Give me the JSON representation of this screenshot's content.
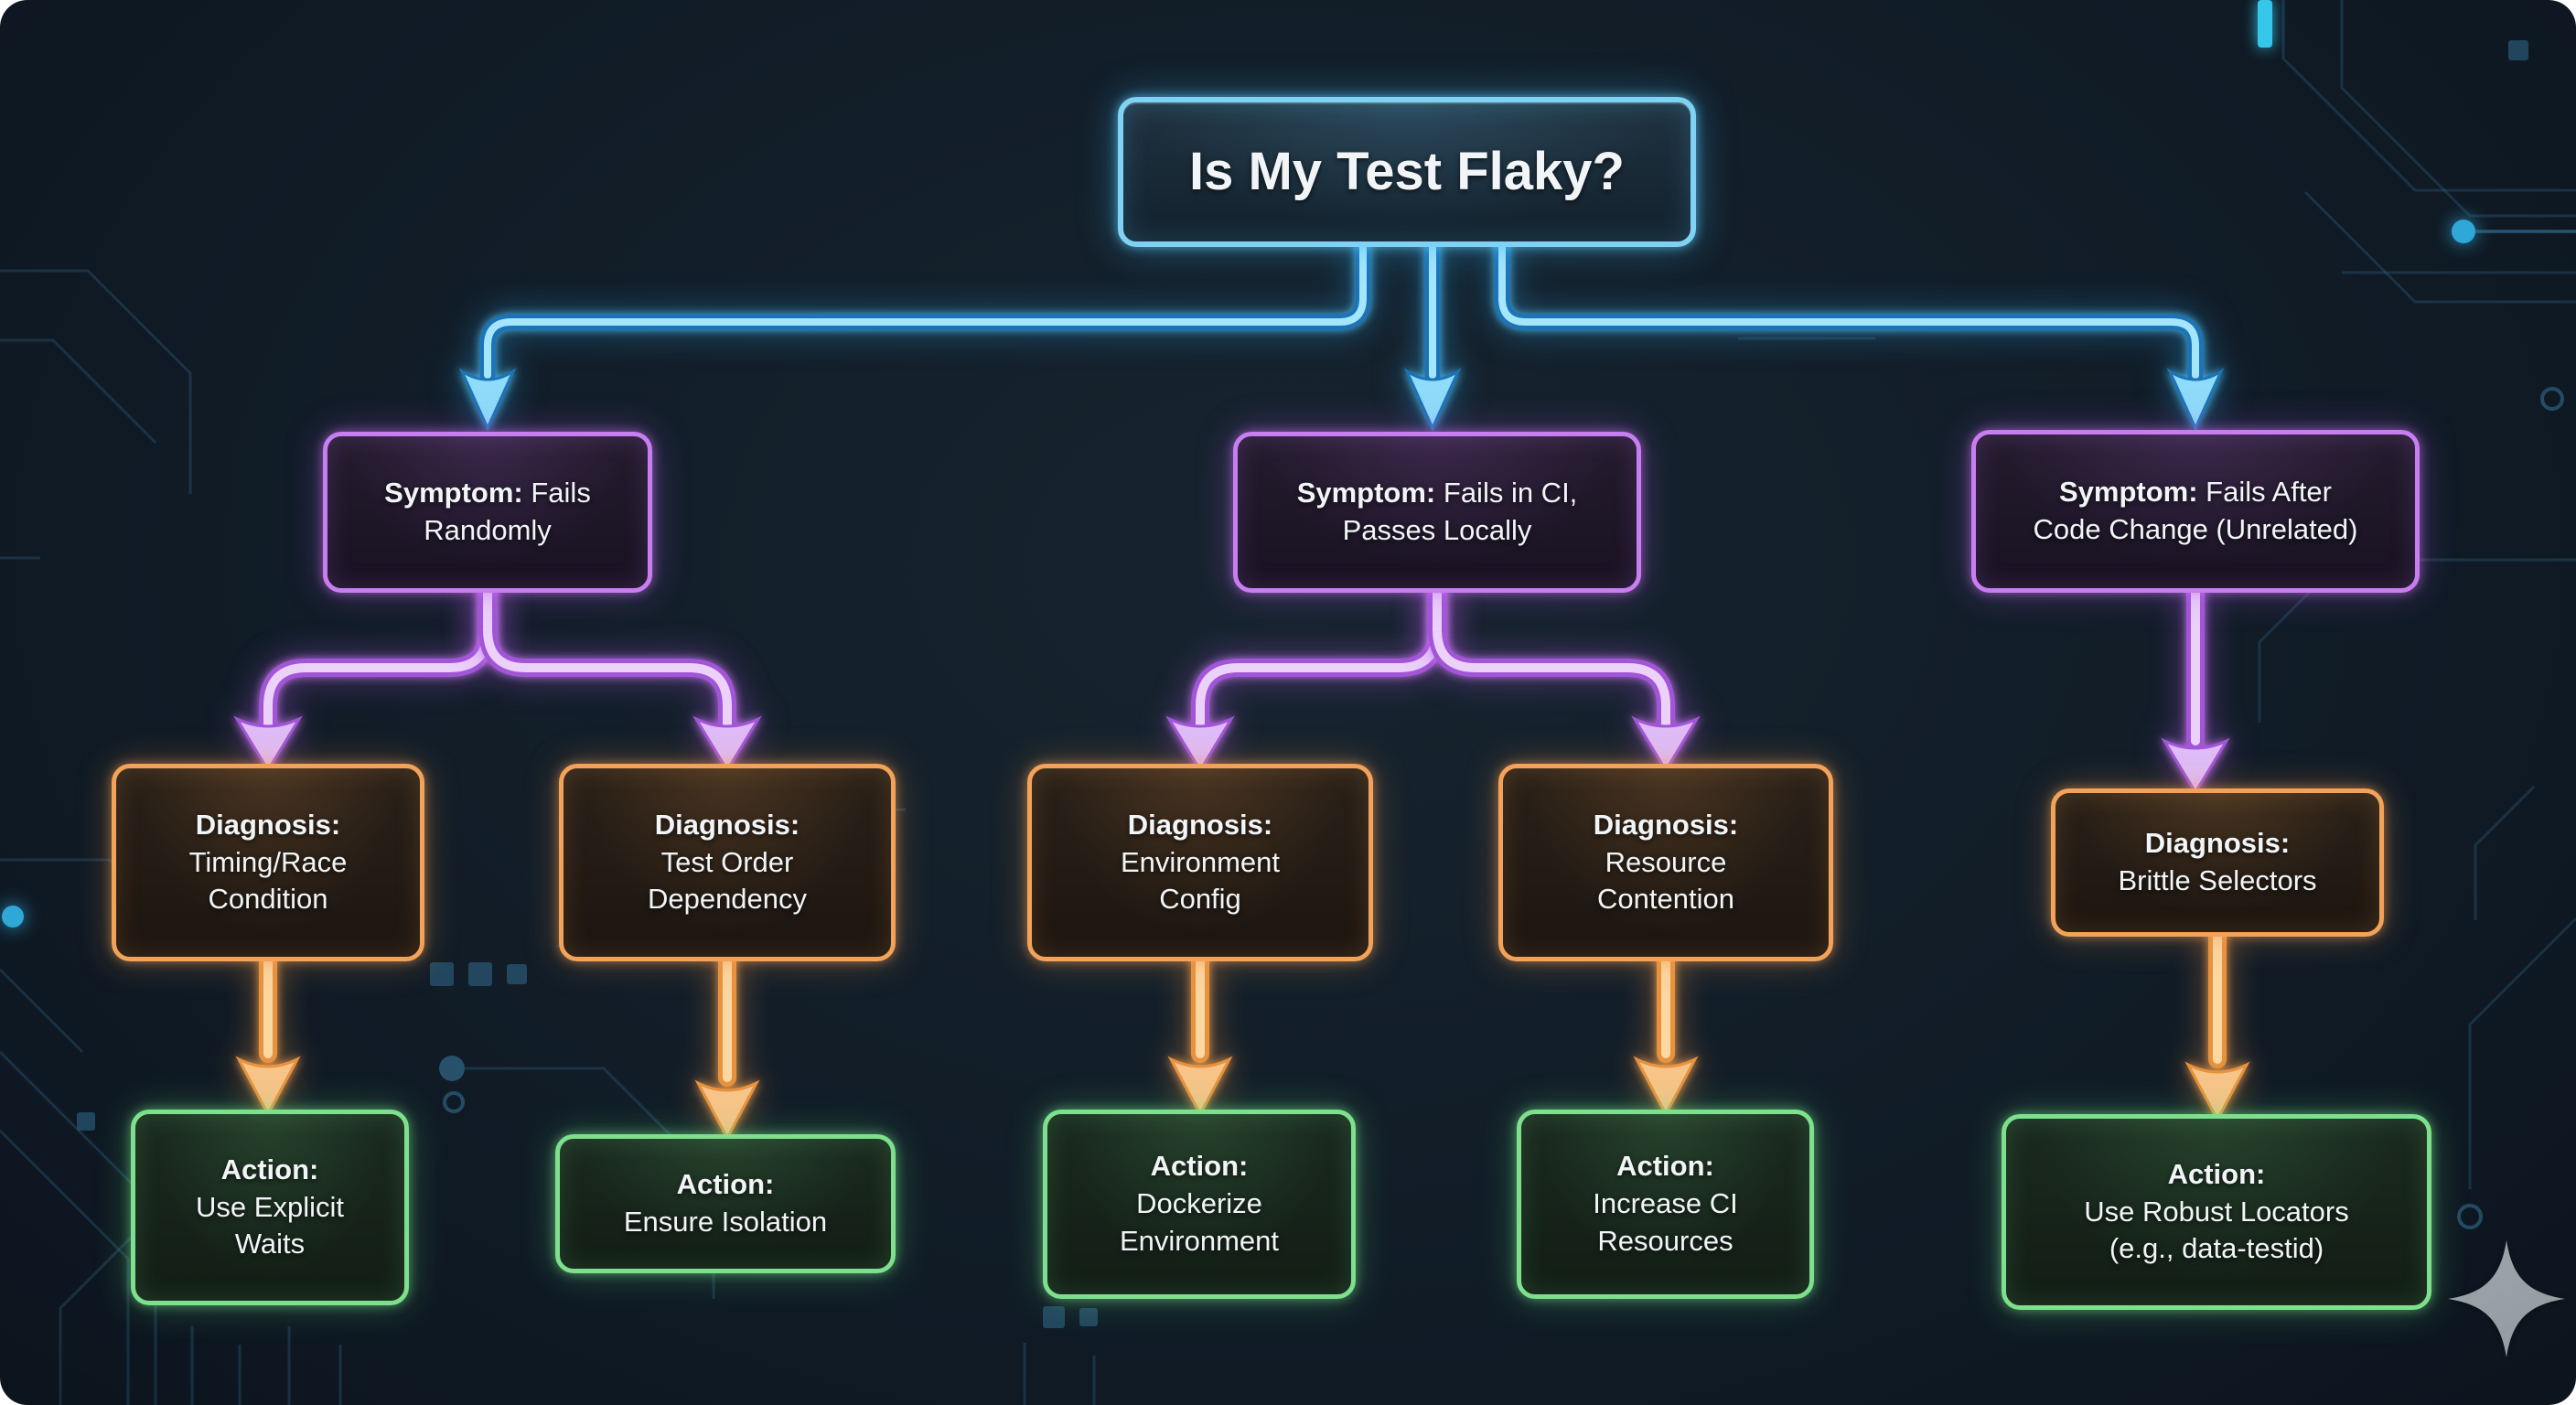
{
  "title": {
    "label": "Is My Test Flaky?"
  },
  "nodes": {
    "s1": {
      "label": "Symptom:",
      "rest": " Fails\nRandomly"
    },
    "s2": {
      "label": "Symptom:",
      "rest": " Fails in CI,\nPasses Locally"
    },
    "s3": {
      "label": "Symptom:",
      "rest": " Fails After\nCode Change (Unrelated)"
    },
    "d1": {
      "label": "Diagnosis:",
      "rest": "\nTiming/Race\nCondition"
    },
    "d2": {
      "label": "Diagnosis:",
      "rest": "\nTest Order\nDependency"
    },
    "d3": {
      "label": "Diagnosis:",
      "rest": "\nEnvironment\nConfig"
    },
    "d4": {
      "label": "Diagnosis:",
      "rest": "\nResource\nContention"
    },
    "d5": {
      "label": "Diagnosis:",
      "rest": "\nBrittle Selectors"
    },
    "a1": {
      "label": "Action:",
      "rest": "\nUse Explicit\nWaits"
    },
    "a2": {
      "label": "Action:",
      "rest": "\nEnsure Isolation"
    },
    "a3": {
      "label": "Action:",
      "rest": "\nDockerize\nEnvironment"
    },
    "a4": {
      "label": "Action:",
      "rest": "\nIncrease CI\nResources"
    },
    "a5": {
      "label": "Action:",
      "rest": "\nUse Robust Locators\n(e.g., data-testid)"
    }
  },
  "edges": [
    {
      "from": "title",
      "to": "s1",
      "color": "blue"
    },
    {
      "from": "title",
      "to": "s2",
      "color": "blue"
    },
    {
      "from": "title",
      "to": "s3",
      "color": "blue"
    },
    {
      "from": "s1",
      "to": "d1",
      "color": "purple"
    },
    {
      "from": "s1",
      "to": "d2",
      "color": "purple"
    },
    {
      "from": "s2",
      "to": "d3",
      "color": "purple"
    },
    {
      "from": "s2",
      "to": "d4",
      "color": "purple"
    },
    {
      "from": "s3",
      "to": "d5",
      "color": "purple"
    },
    {
      "from": "d1",
      "to": "a1",
      "color": "orange"
    },
    {
      "from": "d2",
      "to": "a2",
      "color": "orange"
    },
    {
      "from": "d3",
      "to": "a3",
      "color": "orange"
    },
    {
      "from": "d4",
      "to": "a4",
      "color": "orange"
    },
    {
      "from": "d5",
      "to": "a5",
      "color": "orange"
    }
  ],
  "icons": {
    "sparkle": "four-point-star"
  },
  "colors": {
    "accent-blue": "#7fd2f3",
    "accent-purple": "#c87ef0",
    "accent-orange": "#f2a359",
    "accent-green": "#7ee08d",
    "trace": "#3a7da3"
  }
}
